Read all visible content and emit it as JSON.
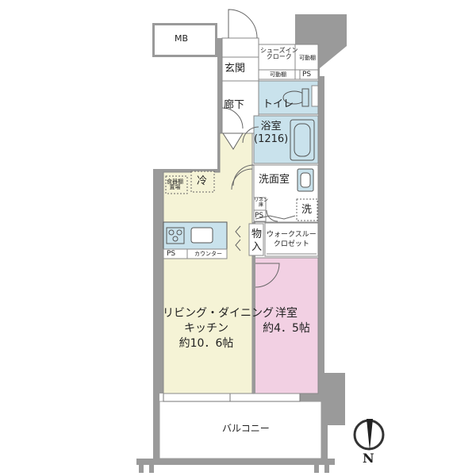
{
  "rooms": {
    "mb": "MB",
    "genkan": "玄関",
    "shoes_closet": [
      "シューズイン",
      "クローク"
    ],
    "kadoudana_top": "可動棚",
    "kadoudana_bottom": "可動棚",
    "ps_top": "PS",
    "rouka": "廊下",
    "toilet": "トイレ",
    "yokushitsu": [
      "浴室",
      "(1216)"
    ],
    "senmenshitsu": "洗面室",
    "sentaku": "洗",
    "shokkidana": [
      "食器棚",
      "置場"
    ],
    "reizouko": "冷",
    "linen": [
      "リネン",
      "庫"
    ],
    "ps_mid": "PS",
    "monoire": [
      "物",
      "入"
    ],
    "walk_in_closet": [
      "ウォークスルー",
      "クロゼット"
    ],
    "ps_kitchen": "PS",
    "counter": "カウンター",
    "ldk": [
      "リビング・ダイニング",
      "キッチン",
      "約10．6帖"
    ],
    "youshitsu": [
      "洋室",
      "約4．5帖"
    ],
    "balcony": "バルコニー"
  },
  "compass": {
    "north": "N"
  },
  "colors": {
    "ldk_fill": "#f5f3d6",
    "bedroom_fill": "#f2d0e3",
    "wet_fill": "#c9e2ec",
    "wall": "#9a9a9a",
    "wall_dark": "#777777"
  }
}
